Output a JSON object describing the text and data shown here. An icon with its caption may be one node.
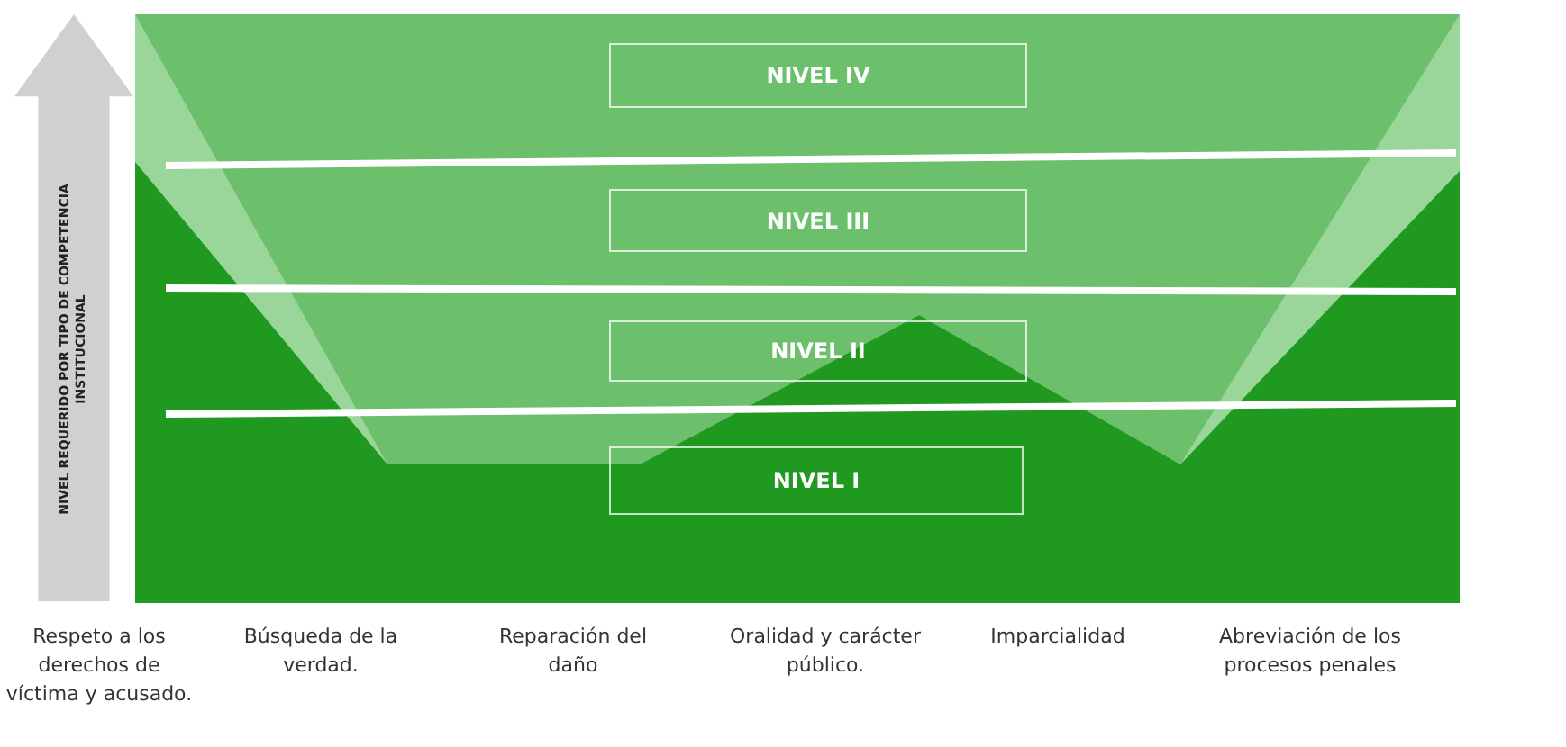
{
  "diagram": {
    "nodes": [
      {
        "text": [
          "NIVEL REQUERIDO POR TIPO DE COMPETENCIA INSTITUCIONAL"
        ]
      },
      {
        "text": [
          "NIVEL IV"
        ]
      },
      {
        "text": [
          "NIVEL III"
        ]
      },
      {
        "text": [
          "NIVEL II"
        ]
      },
      {
        "text": [
          "NIVEL I"
        ]
      }
    ],
    "edges": [],
    "labels": [
      "Respeto a los derechos de víctima y acusado.",
      "Búsqueda de la verdad.",
      "Reparación del daño",
      "Oralidad y carácter público.",
      "Imparcialidad",
      "Abreviación de los procesos penales"
    ]
  }
}
